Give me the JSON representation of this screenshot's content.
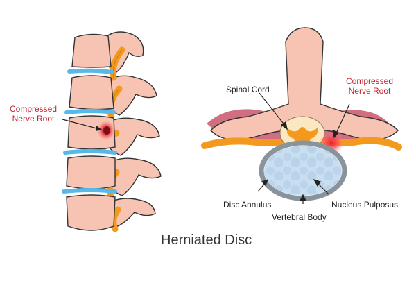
{
  "title": "Herniated Disc",
  "labels": {
    "left_compressed_line1": "Compressed",
    "left_compressed_line2": "Nerve Root",
    "right_compressed_line1": "Compressed",
    "right_compressed_line2": "Nerve Root",
    "spinal_cord": "Spinal Cord",
    "disc_annulus": "Disc Annulus",
    "nucleus_pulposus": "Nucleus Pulposus",
    "vertebral_body": "Vertebral Body"
  },
  "colors": {
    "bone": "#f7c3b3",
    "bone_outline": "#333333",
    "disc_blue": "#5ab8e8",
    "nerve_orange": "#f39a1e",
    "nerve_red": "#d9232e",
    "label_red": "#c8202a",
    "muscle": "#c9556a",
    "cord_cream": "#fbe7c0",
    "nucleus": "#c9dff0",
    "annulus_gray": "#8a939b"
  }
}
